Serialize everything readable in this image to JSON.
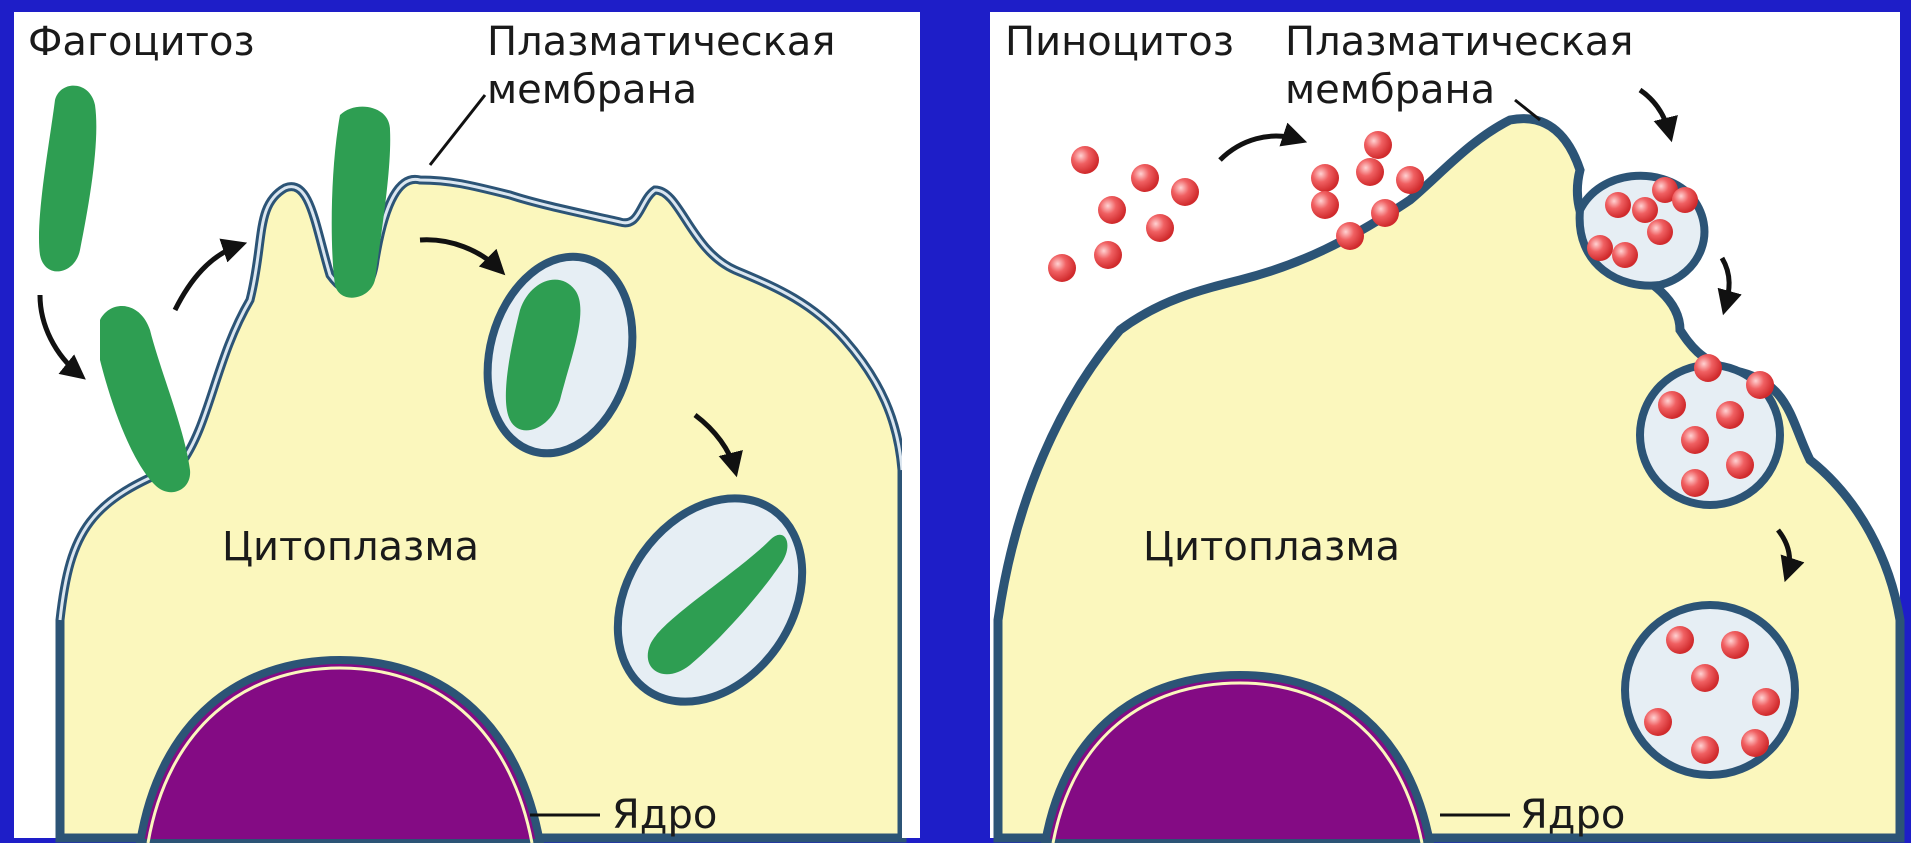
{
  "phagocytosis": {
    "title": "Фагоцитоз",
    "membrane_label_line1": "Плазматическая",
    "membrane_label_line2": "мембрана",
    "cytoplasm_label": "Цитоплазма",
    "nucleus_label": "Ядро"
  },
  "pinocytosis": {
    "title": "Пиноцитоз",
    "membrane_label_line1": "Плазматическая",
    "membrane_label_line2": "мембрана",
    "cytoplasm_label": "Цитоплазма",
    "nucleus_label": "Ядро"
  },
  "colors": {
    "background": "#1e1ec8",
    "panel": "#ffffff",
    "cytoplasm": "#fbf7bd",
    "membrane": "#2c5476",
    "vesicle": "#e6eef4",
    "nucleus": "#840b84",
    "bacterium": "#2e9e52",
    "particle": "#e84446"
  }
}
